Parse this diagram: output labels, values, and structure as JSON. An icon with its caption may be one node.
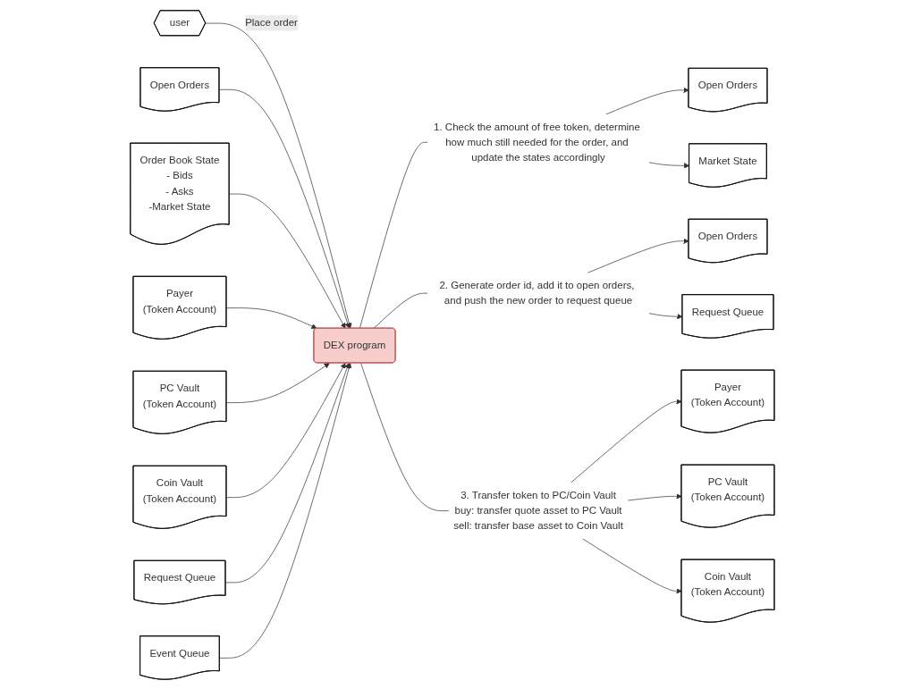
{
  "diagram": {
    "nodes": [
      {
        "text": [
          "user"
        ]
      },
      {
        "text": [
          "DEX program"
        ]
      },
      {
        "text": [
          "Open Orders"
        ]
      },
      {
        "text": [
          "Order Book State",
          "- Bids",
          "- Asks",
          "-Market State"
        ]
      },
      {
        "text": [
          "Payer",
          "(Token Account)"
        ]
      },
      {
        "text": [
          "PC Vault",
          "(Token Account)"
        ]
      },
      {
        "text": [
          "Coin Vault",
          "(Token Account)"
        ]
      },
      {
        "text": [
          "Request Queue"
        ]
      },
      {
        "text": [
          "Event Queue"
        ]
      },
      {
        "text": [
          "1. Check the amount of free token, determine how much still needed for the order, and update the states accordingly"
        ]
      },
      {
        "text": [
          "Open Orders"
        ]
      },
      {
        "text": [
          "Market State"
        ]
      },
      {
        "text": [
          "2. Generate order id, add it to open orders, and push the new order to request queue"
        ]
      },
      {
        "text": [
          "Open Orders"
        ]
      },
      {
        "text": [
          "Request Queue"
        ]
      },
      {
        "text": [
          "3. Transfer token to PC/Coin Vault",
          "buy: transfer quote asset to PC Vault",
          "sell: transfer base asset to Coin Vault"
        ]
      },
      {
        "text": [
          "Payer",
          "(Token Account)"
        ]
      },
      {
        "text": [
          "PC Vault",
          "(Token Account)"
        ]
      },
      {
        "text": [
          "Coin Vault",
          "(Token Account)"
        ]
      }
    ],
    "edges": [
      {
        "from": 0,
        "to": 1,
        "arrow": "to",
        "label": "Place order"
      },
      {
        "from": 2,
        "to": 1,
        "arrow": "to"
      },
      {
        "from": 3,
        "to": 1,
        "arrow": "to"
      },
      {
        "from": 4,
        "to": 1,
        "arrow": "to"
      },
      {
        "from": 5,
        "to": 1,
        "arrow": "to"
      },
      {
        "from": 6,
        "to": 1,
        "arrow": "to"
      },
      {
        "from": 7,
        "to": 1,
        "arrow": "to"
      },
      {
        "from": 8,
        "to": 1,
        "arrow": "to"
      },
      {
        "from": 1,
        "to": 9,
        "arrow": "none"
      },
      {
        "from": 9,
        "to": 10,
        "arrow": "to"
      },
      {
        "from": 9,
        "to": 11,
        "arrow": "to"
      },
      {
        "from": 1,
        "to": 12,
        "arrow": "none"
      },
      {
        "from": 12,
        "to": 13,
        "arrow": "to"
      },
      {
        "from": 12,
        "to": 14,
        "arrow": "to"
      },
      {
        "from": 1,
        "to": 15,
        "arrow": "none"
      },
      {
        "from": 15,
        "to": 16,
        "arrow": "to"
      },
      {
        "from": 15,
        "to": 17,
        "arrow": "to"
      },
      {
        "from": 15,
        "to": 18,
        "arrow": "to"
      }
    ]
  }
}
